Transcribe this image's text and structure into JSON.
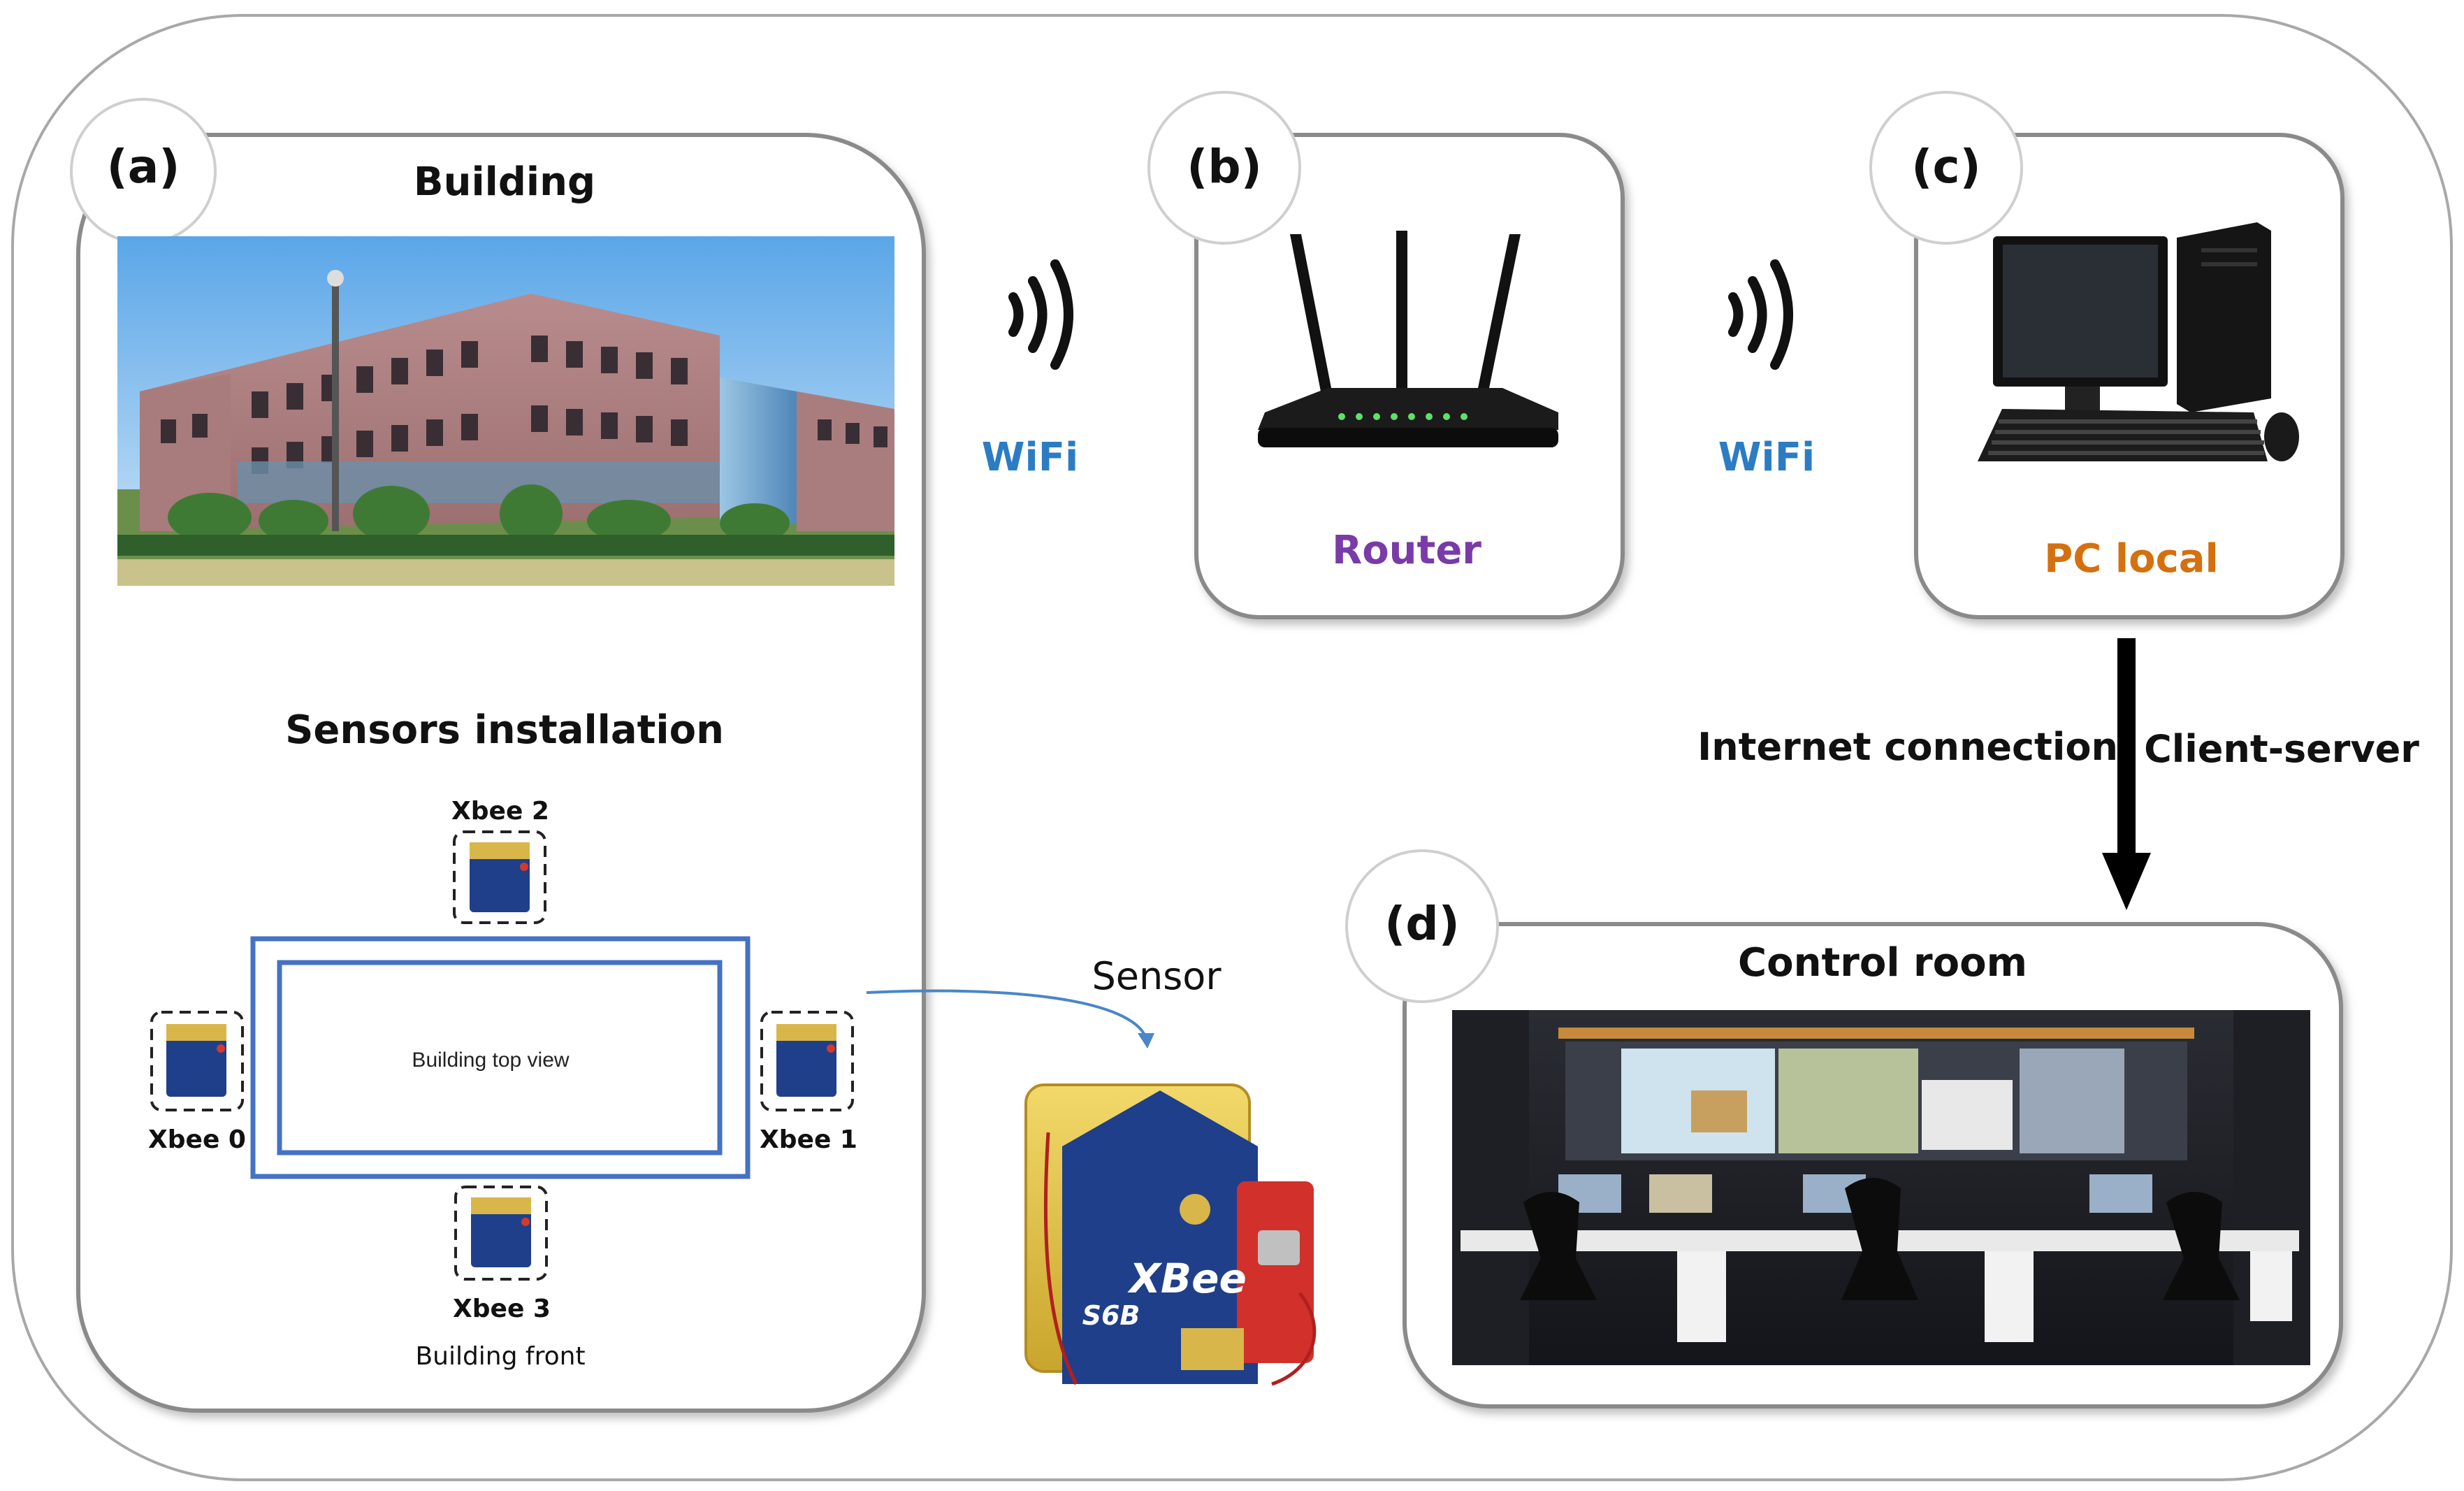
{
  "panels": {
    "a": {
      "letter": "(a)",
      "title": "Building"
    },
    "b": {
      "letter": "(b)",
      "label": "Router"
    },
    "c": {
      "letter": "(c)",
      "label": "PC local"
    },
    "d": {
      "letter": "(d)",
      "title": "Control room"
    }
  },
  "wifi": {
    "left": "WiFi",
    "right": "WiFi"
  },
  "sensors": {
    "title": "Sensors installation",
    "xbee": [
      "Xbee 0",
      "Xbee 1",
      "Xbee 2",
      "Xbee 3"
    ],
    "top_view": "Building top view",
    "front": "Building front",
    "sensor_label": "Sensor",
    "module_brand": "XBee",
    "module_model": "S6B"
  },
  "connection": {
    "left": "Internet connection",
    "right": "Client-server"
  },
  "colors": {
    "wifi": "#2c7cc4",
    "router": "#7a3aa8",
    "pc": "#d4700f",
    "outline": "#4472c4"
  }
}
